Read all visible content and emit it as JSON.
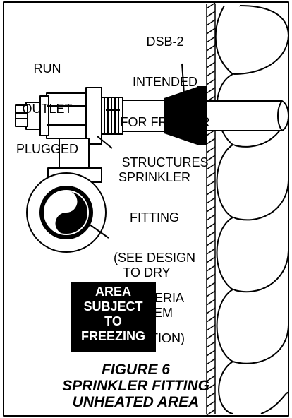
{
  "labels": {
    "run_outlet": [
      "RUN",
      "OUTLET",
      "PLUGGED"
    ],
    "dsb": [
      "DSB-2",
      "INTENDED",
      "FOR FREEZER",
      "STRUCTURES"
    ],
    "sprinkler_fitting": [
      "SPRINKLER",
      "FITTING",
      "(SEE DESIGN",
      "CRITERIA",
      "SECTION)"
    ],
    "to_dry": [
      "TO DRY",
      "SYSTEM"
    ]
  },
  "area_box": [
    "AREA",
    "SUBJECT",
    "TO",
    "FREEZING"
  ],
  "caption": [
    "FIGURE 6",
    "SPRINKLER FITTING",
    "UNHEATED AREA"
  ]
}
